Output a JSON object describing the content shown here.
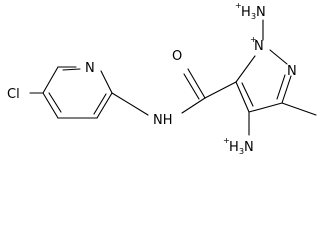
{
  "molecule": {
    "atoms": {
      "chlorine": "Cl",
      "pyridine_nitrogen": "N",
      "amide_nh": "NH",
      "carbonyl_oxygen": "O",
      "pyrazole_n1": "N",
      "pyrazole_n2": "N",
      "n1_ammonium": {
        "prefix": "+",
        "main": "H",
        "sub": "3",
        "tail": "N"
      },
      "c4_ammonium": {
        "prefix": "+",
        "main": "H",
        "sub": "3",
        "tail": "N"
      }
    },
    "charges": {
      "n1_charge": "+"
    }
  },
  "colors": {
    "ink": "#000000",
    "background": "#ffffff"
  }
}
